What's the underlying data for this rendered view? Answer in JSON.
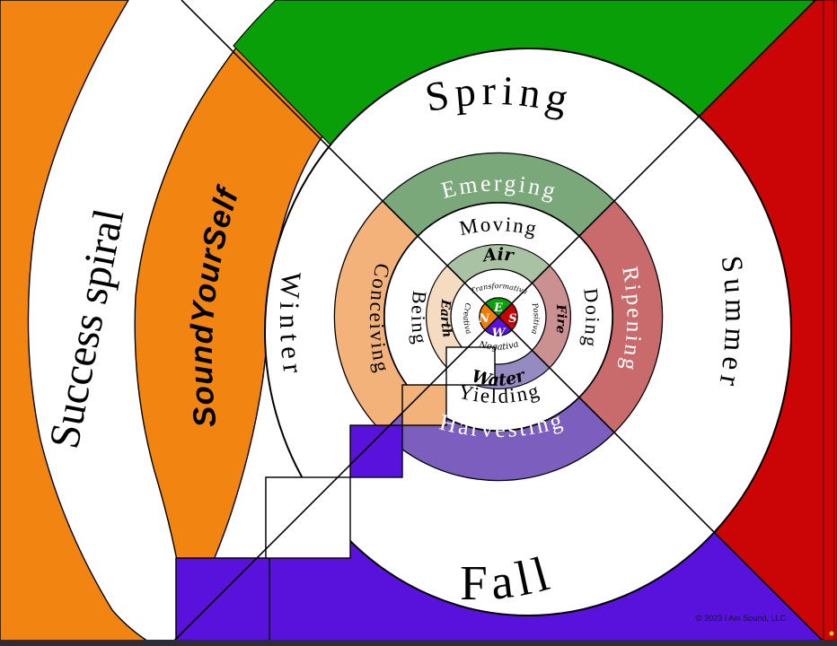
{
  "title": "Success spiral",
  "brand": "SoundYourSelf",
  "copyright": "© 2023 I Am Sound, LLC",
  "rings": {
    "seasons": {
      "top": "Spring",
      "right": "Summer",
      "bottom": "Fall",
      "left": "Winter"
    },
    "phases": {
      "top": "Emerging",
      "right": "Ripening",
      "bottom": "Harvesting",
      "left": "Conceiving"
    },
    "actions": {
      "top": "Moving",
      "right": "Doing",
      "bottom": "Yielding",
      "left": "Being"
    },
    "elements": {
      "top": "Air",
      "right": "Fire",
      "bottom": "Water",
      "left": "Earth"
    },
    "qualities": {
      "top": "Transformativa",
      "right": "Positiva",
      "bottom": "Negativa",
      "left": "Creativa"
    },
    "compass": {
      "top": "E",
      "right": "S",
      "bottom": "W",
      "left": "N"
    }
  },
  "colors": {
    "green_bright": "#089F08",
    "green_mid": "#7AA87B",
    "green_soft": "#A9C2A4",
    "green_center": "#0AA00A",
    "red_bright": "#CB0406",
    "red_mid": "#C96B6D",
    "red_soft": "#CB9091",
    "red_center": "#CC0000",
    "purple_bright": "#5812DC",
    "purple_mid": "#7B5EBE",
    "purple_soft": "#968BC1",
    "purple_center": "#5812DC",
    "orange_bright": "#F28511",
    "orange_mid": "#F2B279",
    "orange_soft": "#F5DCC0",
    "orange_center": "#F07D06",
    "bottom_bar": "#2D2D3A",
    "outline": "#000000",
    "accent_dot": "#F5D000"
  }
}
